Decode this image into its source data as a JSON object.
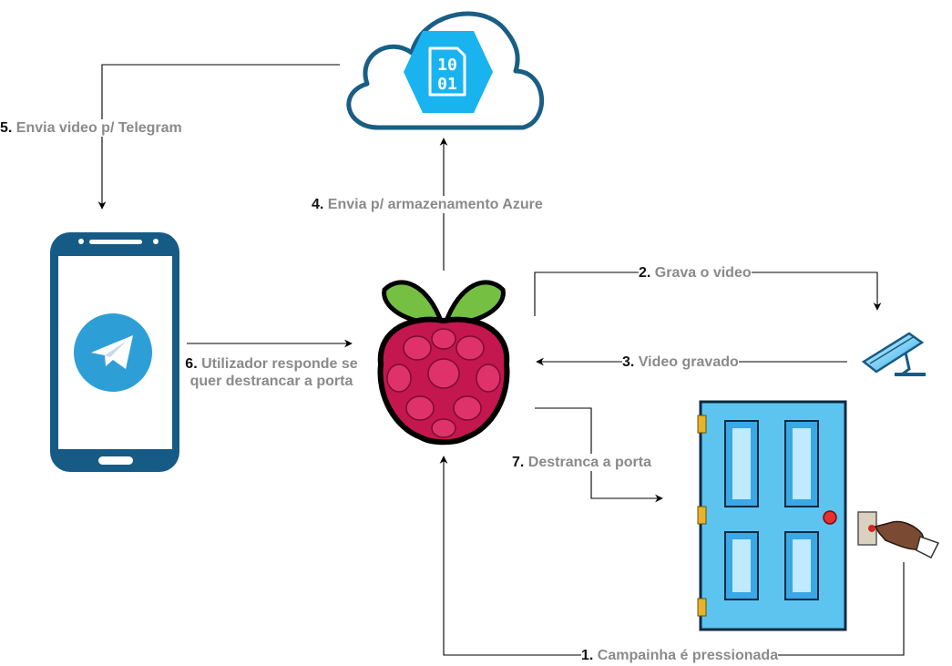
{
  "steps": [
    {
      "num": "1.",
      "text": "Campainha é pressionada"
    },
    {
      "num": "2.",
      "text": "Grava o video"
    },
    {
      "num": "3.",
      "text": "Video gravado"
    },
    {
      "num": "4.",
      "text": "Envia p/ armazenamento Azure"
    },
    {
      "num": "5.",
      "text": "Envia video p/ Telegram"
    },
    {
      "num": "6.",
      "text": "Utilizador responde se quer destrancar a porta"
    },
    {
      "num": "7.",
      "text": "Destranca a porta"
    }
  ],
  "azure_icon_text": {
    "line1": "10",
    "line2": "01"
  },
  "colors": {
    "cloud_stroke": "#1a5e85",
    "azure_blue": "#19b4ef",
    "phone_blue": "#165b86",
    "telegram_blue": "#2e9fd6",
    "raspberry_red": "#c4164f",
    "leaf_green": "#75c043",
    "door_blue": "#5dc4f0",
    "arrow": "#000000",
    "label_gray": "#8a8a8a"
  },
  "icons": [
    "cloud-icon",
    "azure-storage-icon",
    "smartphone-icon",
    "telegram-icon",
    "raspberry-pi-icon",
    "camera-icon",
    "door-icon",
    "doorbell-icon",
    "hand-icon"
  ]
}
